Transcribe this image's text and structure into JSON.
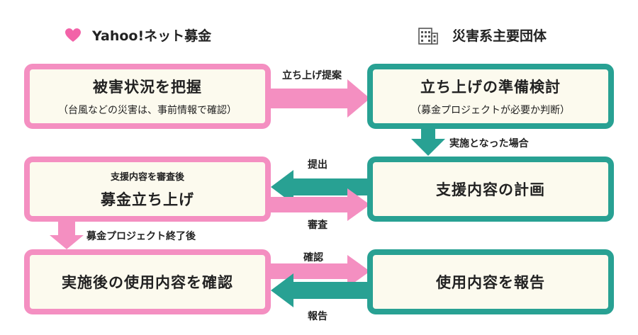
{
  "headers": {
    "left": "Yahoo!ネット募金",
    "right": "災害系主要団体"
  },
  "boxes": {
    "b1": {
      "title": "被害状況を把握",
      "sub": "（台風などの災害は、事前情報で確認）"
    },
    "b2": {
      "title": "立ち上げの準備検討",
      "sub": "（募金プロジェクトが必要か判断）"
    },
    "b3": {
      "pre": "支援内容を審査後",
      "title": "募金立ち上げ"
    },
    "b4": {
      "title": "支援内容の計画"
    },
    "b5": {
      "title": "実施後の使用内容を確認"
    },
    "b6": {
      "title": "使用内容を報告"
    }
  },
  "arrow_labels": {
    "proposal": "立ち上げ提案",
    "decided": "実施となった場合",
    "submit": "提出",
    "review": "審査",
    "project_end": "募金プロジェクト終了後",
    "confirm": "確認",
    "report": "報告"
  },
  "colors": {
    "pink": "#f48fc1",
    "teal": "#28a193",
    "box_fill": "#fcfaee"
  }
}
